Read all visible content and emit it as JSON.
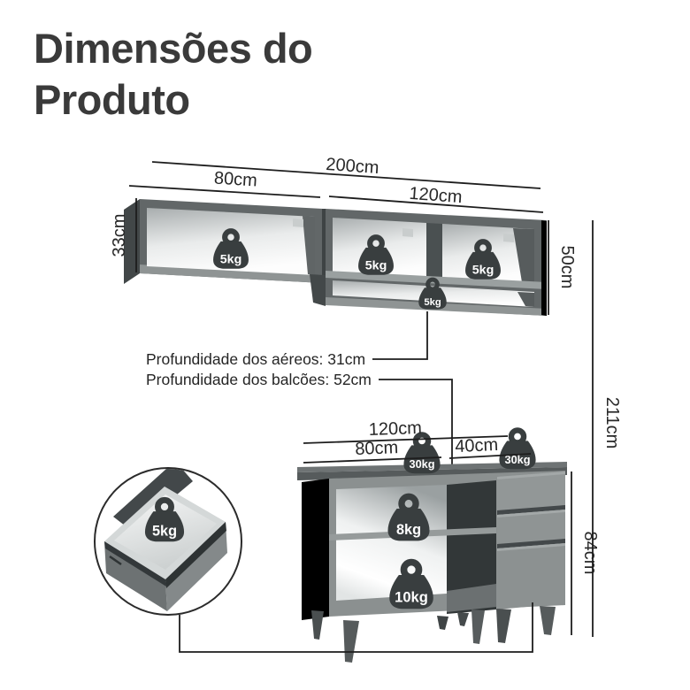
{
  "title": {
    "line1": "Dimensões do",
    "line2": "Produto"
  },
  "upper_cabinet": {
    "width_total": "200cm",
    "width_left": "80cm",
    "width_right": "120cm",
    "height_left": "33cm",
    "height_right": "50cm",
    "weight_left": "5kg",
    "weight_mid": "5kg",
    "weight_right": "5kg",
    "weight_shelf": "5kg"
  },
  "depth_labels": {
    "aereos": "Profundidade dos aéreos: 31cm",
    "balcoes": "Profundidade dos balcões: 52cm"
  },
  "lower_cabinet": {
    "width_total": "120cm",
    "width_left": "80cm",
    "width_right": "40cm",
    "height_body": "84cm",
    "height_overall": "211cm",
    "weight_top_left": "30kg",
    "weight_top_right": "30kg",
    "weight_shelf_mid": "8kg",
    "weight_shelf_bottom": "10kg"
  },
  "drawer_detail": {
    "weight": "5kg"
  },
  "colors": {
    "title_text": "#3a3a3a",
    "dimension_line": "#1d1d1d",
    "badge": "#393e3f",
    "badge_text": "#ffffff",
    "cabinet_frame_dark": "#626768",
    "cabinet_frame_light": "#8f9494",
    "side_panel": "#424748",
    "countertop": "#6e7374",
    "background": "#ffffff"
  }
}
